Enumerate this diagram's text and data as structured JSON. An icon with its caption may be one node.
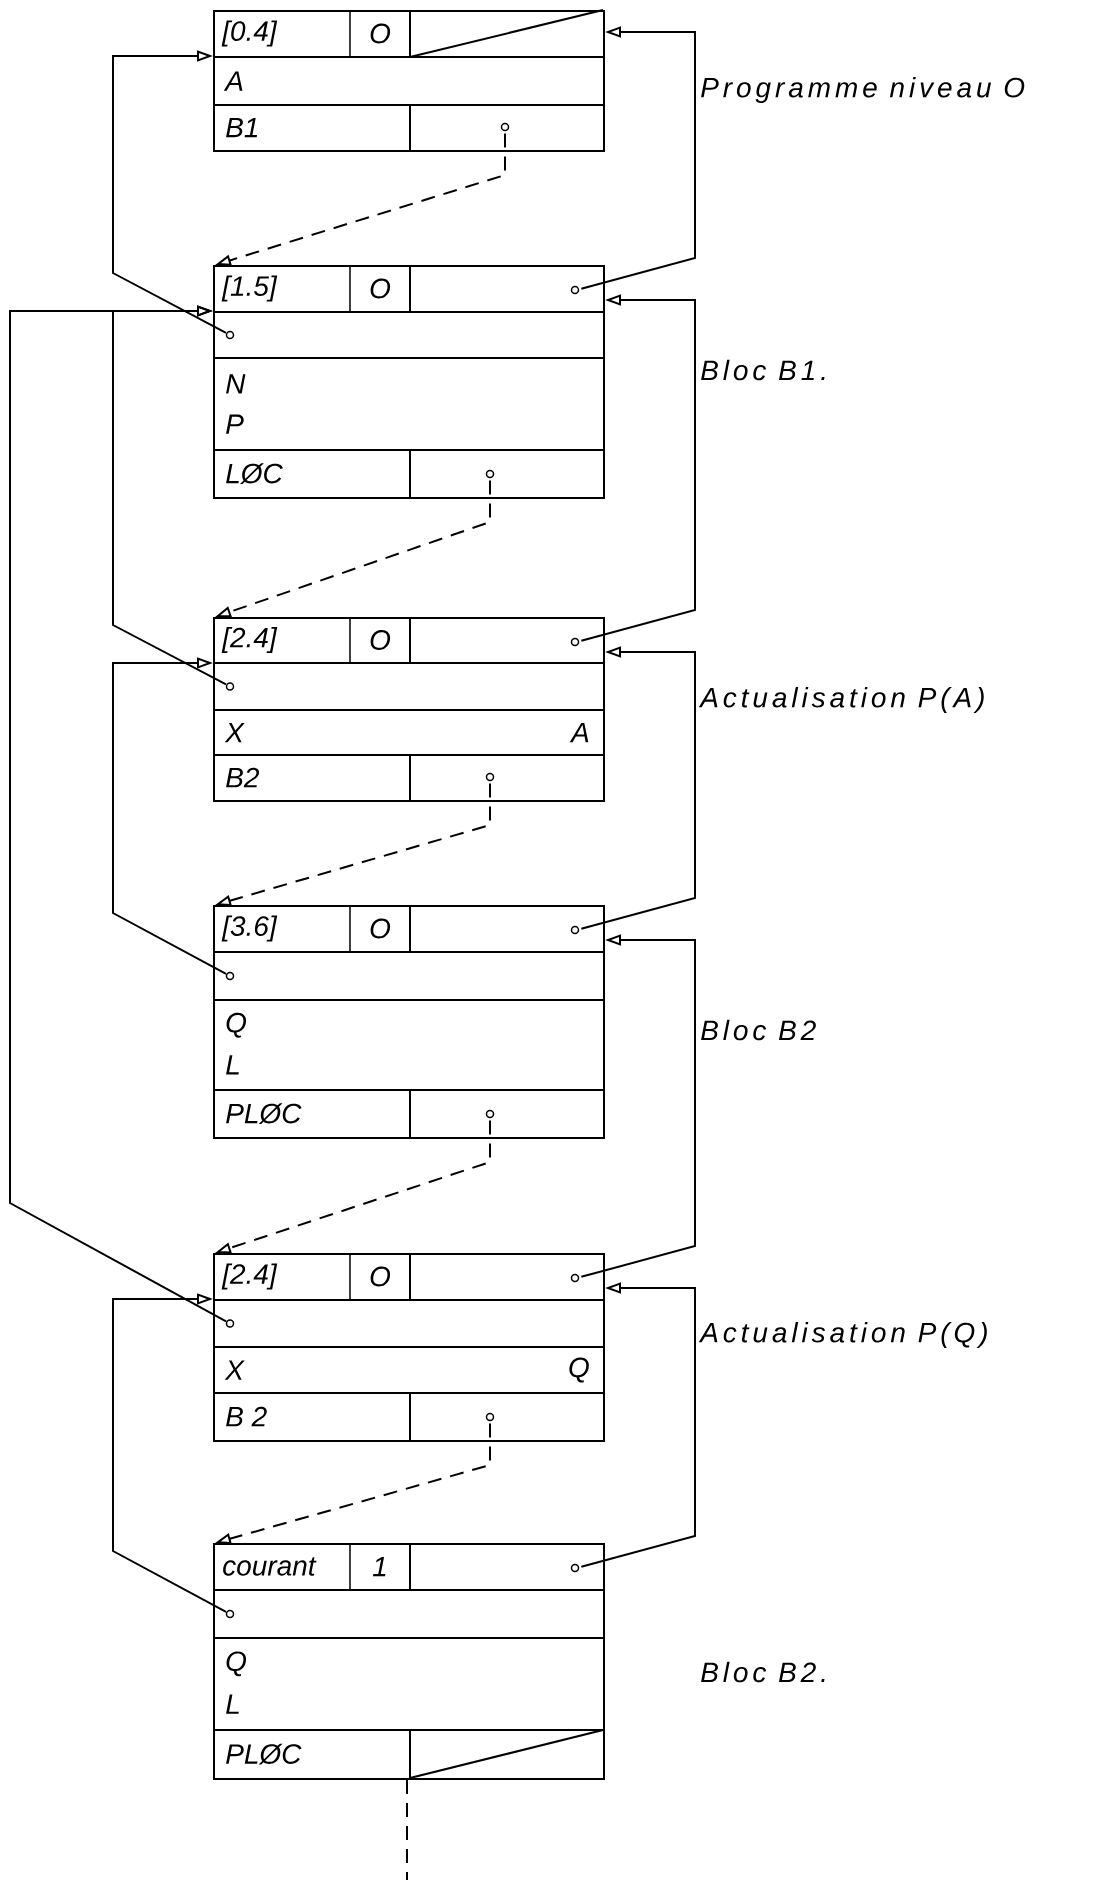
{
  "diagram": {
    "nodes": [
      {
        "text": [
          "[0.4]",
          "O",
          "A",
          "B1"
        ],
        "beside": [
          "Programme niveau O"
        ]
      },
      {
        "text": [
          "[1.5]",
          "O",
          "N",
          "P",
          "LØC"
        ],
        "beside": [
          "Bloc B1."
        ]
      },
      {
        "text": [
          "[2.4]",
          "O",
          "X",
          "A",
          "B2"
        ],
        "beside": [
          "Actualisation P(A)"
        ]
      },
      {
        "text": [
          "[3.6]",
          "O",
          "Q",
          "L",
          "PLØC"
        ],
        "beside": [
          "Bloc B2"
        ]
      },
      {
        "text": [
          "[2.4]",
          "O",
          "X",
          "Q",
          "B 2"
        ],
        "beside": [
          "Actualisation P(Q)"
        ]
      },
      {
        "text": [
          "courant",
          "1",
          "Q",
          "L",
          "PLØC"
        ],
        "beside": [
          "Bloc B2."
        ]
      }
    ],
    "edges": [
      {
        "from": 1,
        "to": 0,
        "arrow": "to"
      },
      {
        "from": 2,
        "to": 1,
        "arrow": "to"
      },
      {
        "from": 3,
        "to": 2,
        "arrow": "to"
      },
      {
        "from": 4,
        "to": 3,
        "arrow": "to"
      },
      {
        "from": 5,
        "to": 4,
        "arrow": "to"
      },
      {
        "from": 1,
        "to": 0,
        "arrow": "to"
      },
      {
        "from": 2,
        "to": 1,
        "arrow": "to"
      },
      {
        "from": 3,
        "to": 2,
        "arrow": "to"
      },
      {
        "from": 4,
        "to": 1,
        "arrow": "to"
      },
      {
        "from": 5,
        "to": 4,
        "arrow": "to"
      },
      {
        "from": 0,
        "to": 1,
        "arrow": "to",
        "style": "dashed"
      },
      {
        "from": 1,
        "to": 2,
        "arrow": "to",
        "style": "dashed"
      },
      {
        "from": 2,
        "to": 3,
        "arrow": "to",
        "style": "dashed"
      },
      {
        "from": 3,
        "to": 4,
        "arrow": "to",
        "style": "dashed"
      },
      {
        "from": 4,
        "to": 5,
        "arrow": "to",
        "style": "dashed"
      },
      {
        "from": 5,
        "to": null,
        "arrow": "none",
        "style": "dashed"
      }
    ]
  }
}
